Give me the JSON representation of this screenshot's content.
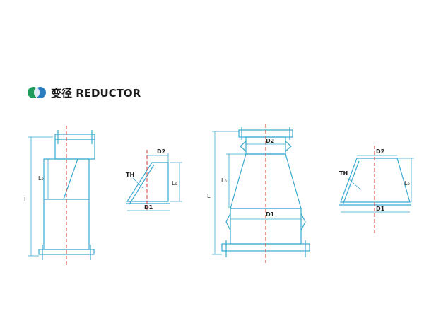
{
  "header": {
    "title": "变径 REDUCTOR",
    "logo_colors": [
      "#1f9a5a",
      "#2b7fc1"
    ]
  },
  "colors": {
    "outline": "#3aa9cf",
    "centerline": "#d9534f",
    "text": "#222222"
  },
  "labels": {
    "fig1": {
      "L": "L",
      "L0": "L₀"
    },
    "fig2": {
      "D2": "D2",
      "TH": "TH",
      "L0": "L₀",
      "D1": "D1"
    },
    "fig3": {
      "D2": "D2",
      "L": "L",
      "L0": "L₀",
      "D1": "D1"
    },
    "fig4": {
      "D2": "D2",
      "TH": "TH",
      "L0": "L₀",
      "D1": "D1"
    }
  }
}
